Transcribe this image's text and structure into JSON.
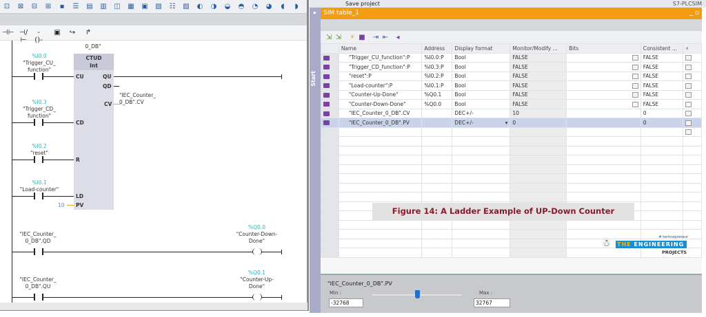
{
  "left": {
    "instructions": [
      "contact-no-icon",
      "contact-nc-icon",
      "coil-icon",
      "box-icon",
      "branch-open-icon",
      "branch-close-icon"
    ],
    "block": {
      "db_name": "0_DB\"",
      "type": "CTUD",
      "datatype": "Int",
      "pins_in": [
        "CU",
        "CD",
        "R",
        "LD",
        "PV"
      ],
      "pins_out": [
        "QU",
        "QD",
        "CV"
      ],
      "cv_tag": [
        "\"IEC_Counter_",
        "0_DB\".CV"
      ],
      "pv_value": "10"
    },
    "contacts": [
      {
        "addr": "%I0.0",
        "name": [
          "\"Trigger_CU_",
          "function\""
        ]
      },
      {
        "addr": "%I0.3",
        "name": [
          "\"Trigger_CD_",
          "function\""
        ]
      },
      {
        "addr": "%I0.2",
        "name": [
          "\"reset\""
        ]
      },
      {
        "addr": "%I0.1",
        "name": [
          "\"Load-counter\""
        ]
      }
    ],
    "rungs": [
      {
        "contact": [
          "\"IEC_Counter_",
          "0_DB\".QD"
        ],
        "coil_addr": "%Q0.0",
        "coil_name": [
          "\"Counter-Down-",
          "Done\""
        ]
      },
      {
        "contact": [
          "\"IEC_Counter_",
          "0_DB\".QU"
        ],
        "coil_addr": "%Q0.1",
        "coil_name": [
          "\"Counter-Up-",
          "Done\""
        ]
      }
    ]
  },
  "right": {
    "top_toolbar": {
      "save_label": "Save project",
      "app": "S7-PLCSIM"
    },
    "side_tab": "Start",
    "title": "SIM table_1",
    "columns": [
      "",
      "Name",
      "Address",
      "Display format",
      "Monitor/Modify ...",
      "Bits",
      "Consistent ...",
      "⚡"
    ],
    "rows": [
      {
        "name": "\"Trigger_CU_function\":P",
        "address": "%I0.0:P",
        "format": "Bool",
        "value": "FALSE",
        "bits": true,
        "consistent": "FALSE"
      },
      {
        "name": "\"Trigger_CD_function\":P",
        "address": "%I0.3:P",
        "format": "Bool",
        "value": "FALSE",
        "bits": true,
        "consistent": "FALSE"
      },
      {
        "name": "\"reset\":P",
        "address": "%I0.2:P",
        "format": "Bool",
        "value": "FALSE",
        "bits": true,
        "consistent": "FALSE"
      },
      {
        "name": "\"Load-counter\":P",
        "address": "%I0.1:P",
        "format": "Bool",
        "value": "FALSE",
        "bits": true,
        "consistent": "FALSE"
      },
      {
        "name": "\"Counter-Up-Done\"",
        "address": "%Q0.1",
        "format": "Bool",
        "value": "FALSE",
        "bits": true,
        "consistent": "FALSE"
      },
      {
        "name": "\"Counter-Down-Done\"",
        "address": "%Q0.0",
        "format": "Bool",
        "value": "FALSE",
        "bits": true,
        "consistent": "FALSE"
      },
      {
        "name": "\"IEC_Counter_0_DB\".CV",
        "address": "",
        "format": "DEC+/-",
        "value": "10",
        "bits": false,
        "consistent": "0"
      },
      {
        "name": "\"IEC_Counter_0_DB\".PV",
        "address": "",
        "format": "DEC+/-",
        "value": "0",
        "bits": false,
        "consistent": "0",
        "selected": true
      }
    ],
    "caption": "Figure 14: A Ladder Example of UP-Down Counter",
    "logo": {
      "tag": "# technopreneur",
      "the": "THE",
      "engineering": "ENGINEERING",
      "projects": "PROJECTS"
    },
    "slider": {
      "tag": "\"IEC_Counter_0_DB\".PV",
      "min_label": "Min :",
      "min": "-32768",
      "max_label": "Max :",
      "max": "32767",
      "value": 0
    },
    "colors": {
      "header": "#f39c12",
      "accent": "#7b3fa6",
      "slider": "#1e6fd0",
      "caption": "#8b1a2b"
    }
  }
}
